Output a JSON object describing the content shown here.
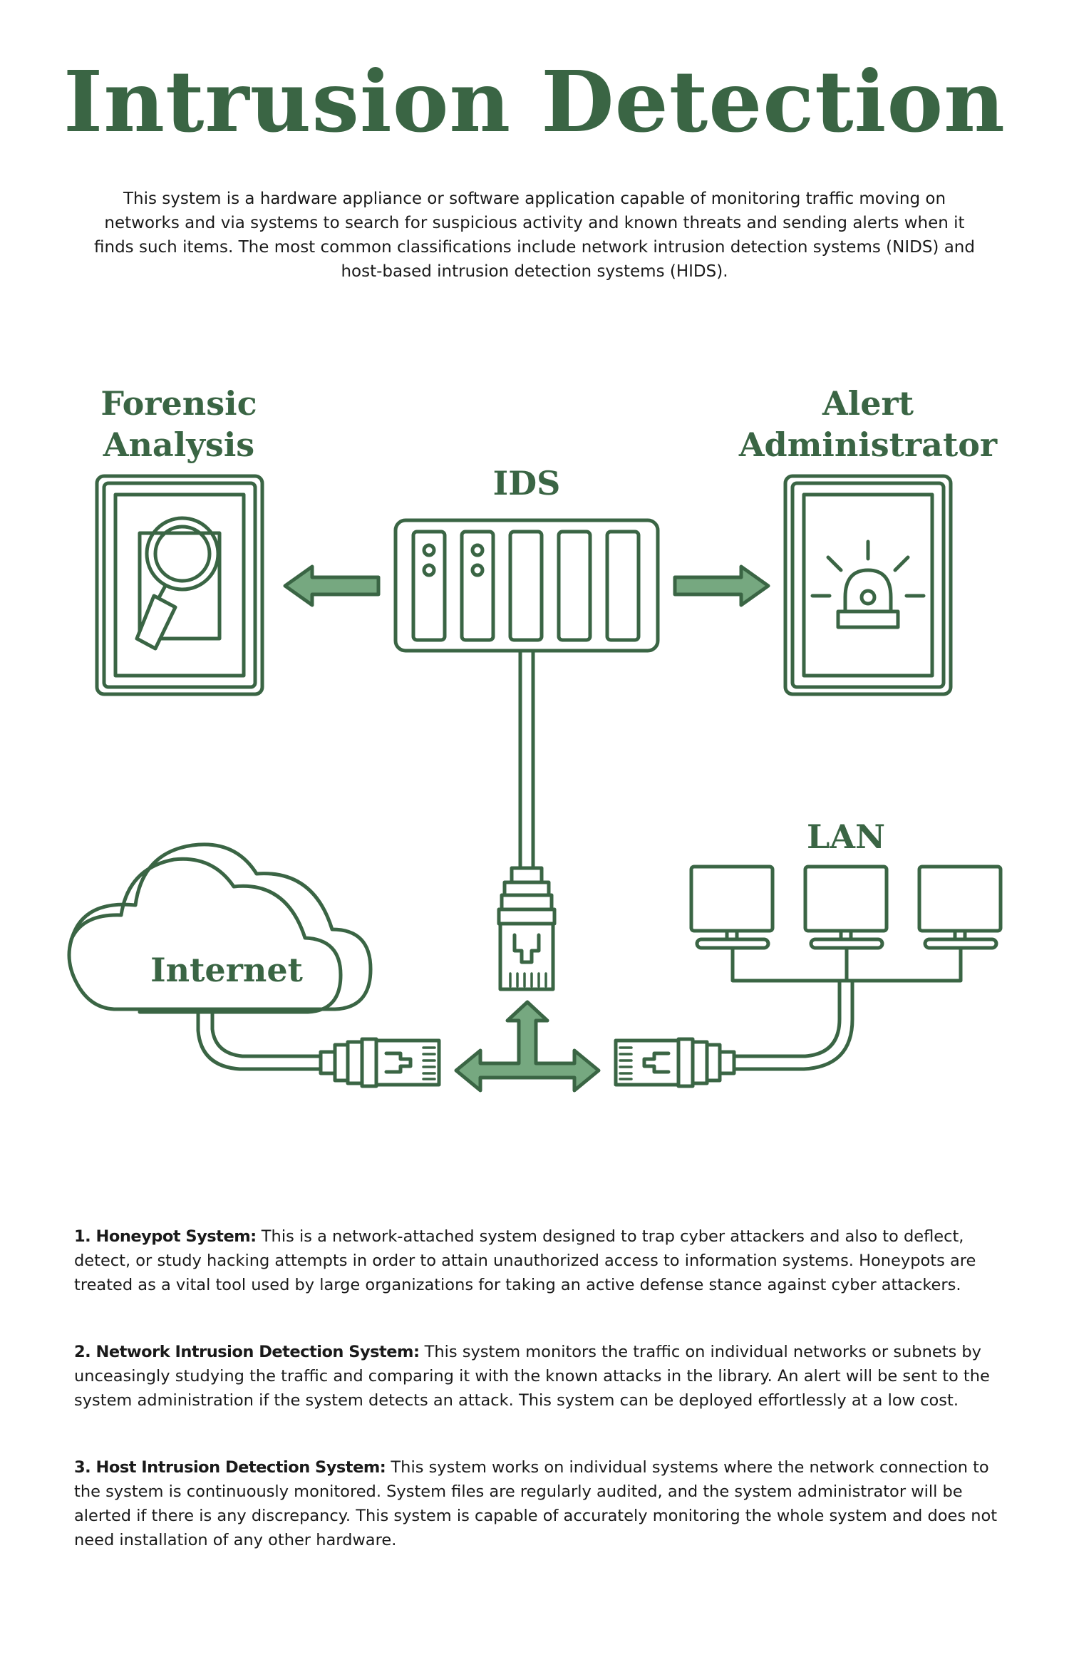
{
  "header": {
    "title": "Intrusion Detection",
    "intro": "This system is a hardware appliance or software application capable of monitoring traffic moving on networks and via systems to search for suspicious activity and known threats and sending alerts when it finds such items. The most common classifications include network intrusion detection systems (NIDS) and host-based intrusion detection systems (HIDS)."
  },
  "diagram": {
    "forensic_line1": "Forensic",
    "forensic_line2": "Analysis",
    "alert_line1": "Alert",
    "alert_line2": "Administrator",
    "ids": "IDS",
    "lan": "LAN",
    "internet": "Internet",
    "icons": [
      "magnifier-icon",
      "server-icon",
      "siren-icon",
      "cloud-icon",
      "monitor-icon",
      "ethernet-plug-icon",
      "arrow-icon"
    ],
    "colors": {
      "stroke": "#3a6544",
      "arrow_fill": "#76a880"
    }
  },
  "items": [
    {
      "heading": "1. Honeypot System:",
      "text": " This is a network-attached system designed to trap cyber attackers and also to deflect, detect, or study hacking attempts in order to attain unauthorized access to information systems. Honeypots are treated as a vital tool used by large organizations for taking an active defense stance against cyber attackers."
    },
    {
      "heading": "2. Network Intrusion Detection System:",
      "text": " This system monitors the traffic on individual networks or subnets by unceasingly studying the traffic and comparing it with the known attacks in the library. An alert will be sent to the system administration if the system detects an attack. This system can be deployed effortlessly at a low cost."
    },
    {
      "heading": "3. Host Intrusion Detection System:",
      "text": " This system works on individual systems where the network connection to the system is continuously monitored. System files are regularly audited, and the system administrator will be alerted if there is any discrepancy. This system is capable of accurately monitoring the whole system and does not need installation of any other hardware."
    }
  ]
}
